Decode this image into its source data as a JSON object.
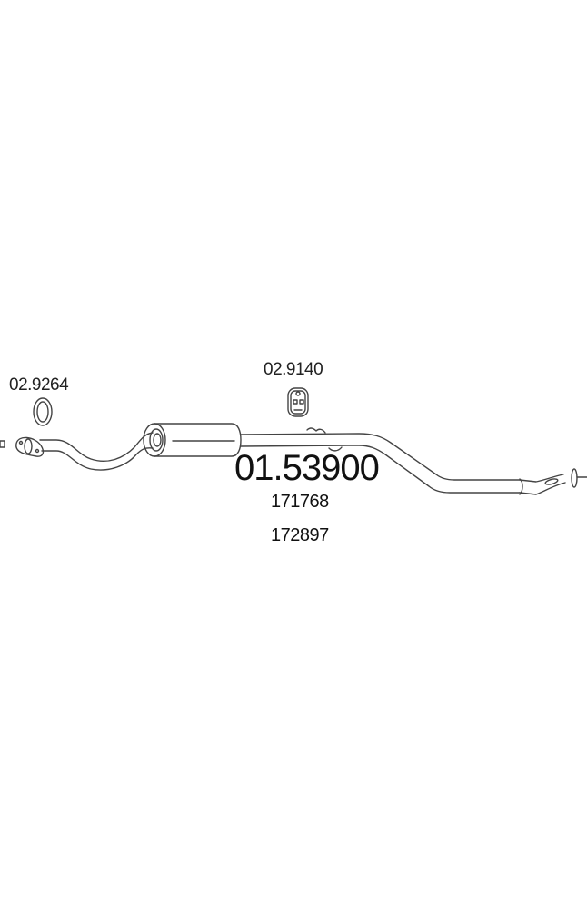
{
  "diagram": {
    "type": "exhaust-system-parts-diagram",
    "main_part": {
      "number": "01.53900",
      "cross_references": [
        "171768",
        "172897"
      ]
    },
    "accessories": [
      {
        "number": "02.9264",
        "kind": "gasket-ring"
      },
      {
        "number": "02.9140",
        "kind": "rubber-hanger"
      }
    ],
    "colors": {
      "line": "#444444",
      "background": "#ffffff"
    }
  }
}
